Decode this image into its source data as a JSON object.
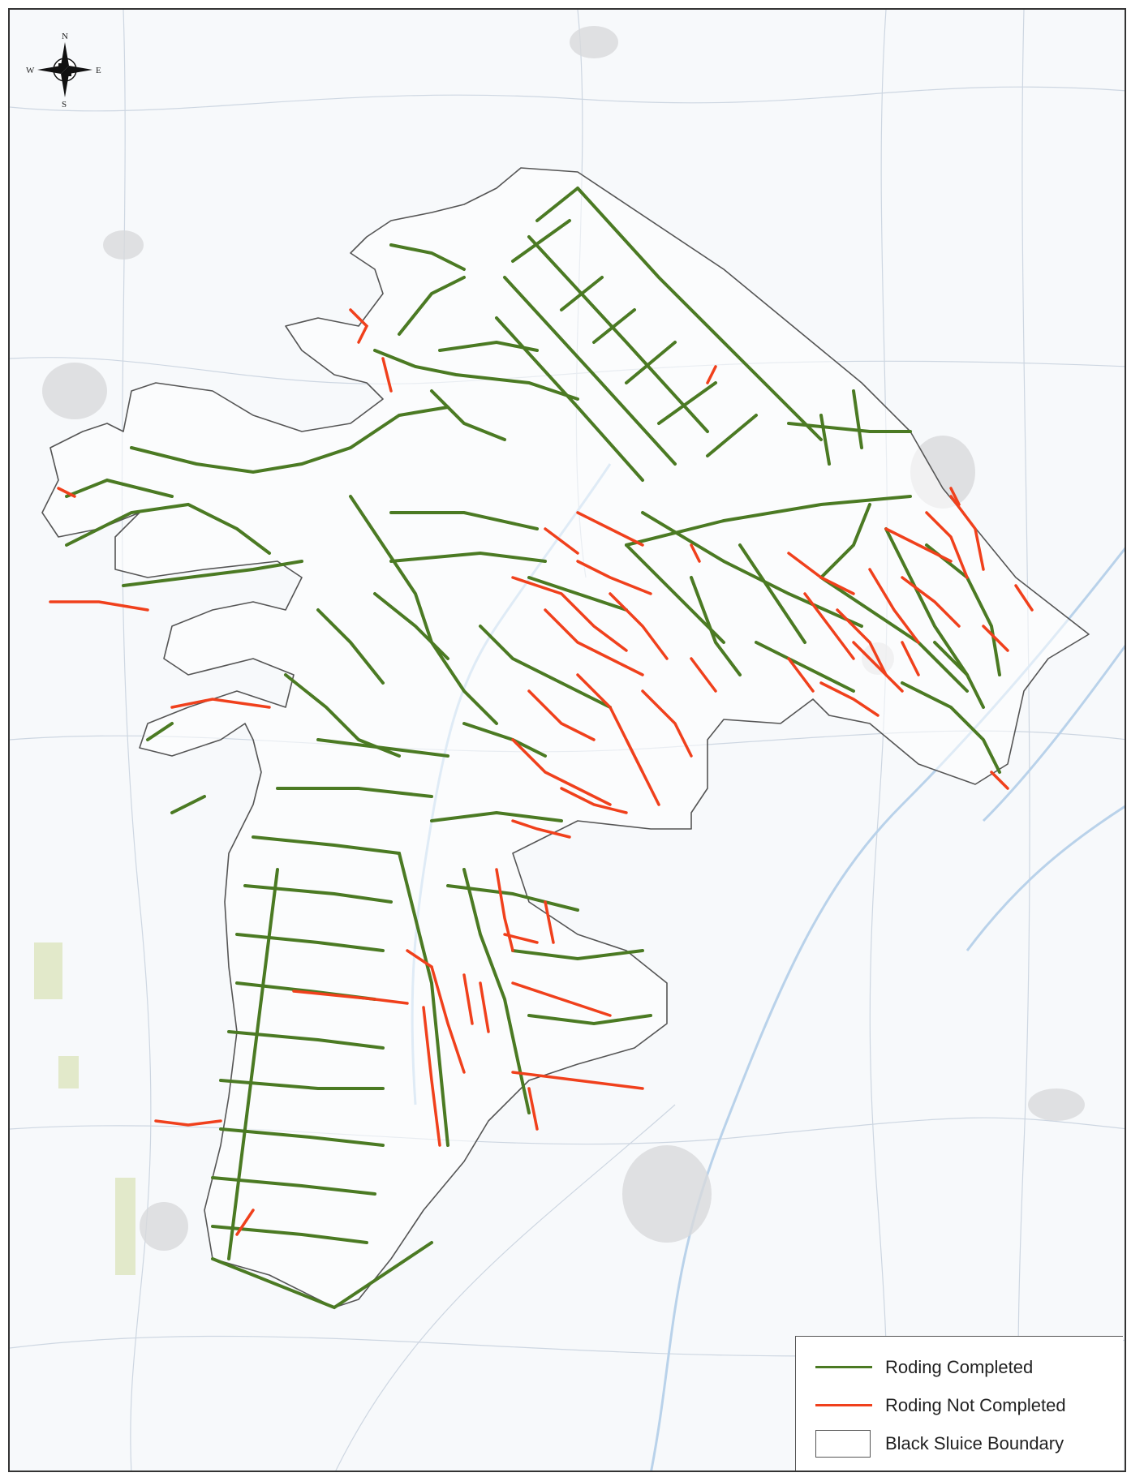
{
  "compass": {
    "north": "N",
    "south": "S",
    "east": "E",
    "west": "W"
  },
  "legend": {
    "items": [
      {
        "label": "Roding Completed",
        "swatch": "line",
        "color": "#4b7a23"
      },
      {
        "label": "Roding Not Completed",
        "swatch": "line",
        "color": "#f0401c"
      },
      {
        "label": "Black Sluice Boundary",
        "swatch": "box",
        "color": "#555555"
      }
    ]
  },
  "colors": {
    "completed": "#4b7a23",
    "not_completed": "#f0401c",
    "boundary": "#555555",
    "background_map": "#f7f9fb",
    "roads": "#c9d3df",
    "water": "#b9d2ea",
    "towns": "#d8d9dc"
  }
}
